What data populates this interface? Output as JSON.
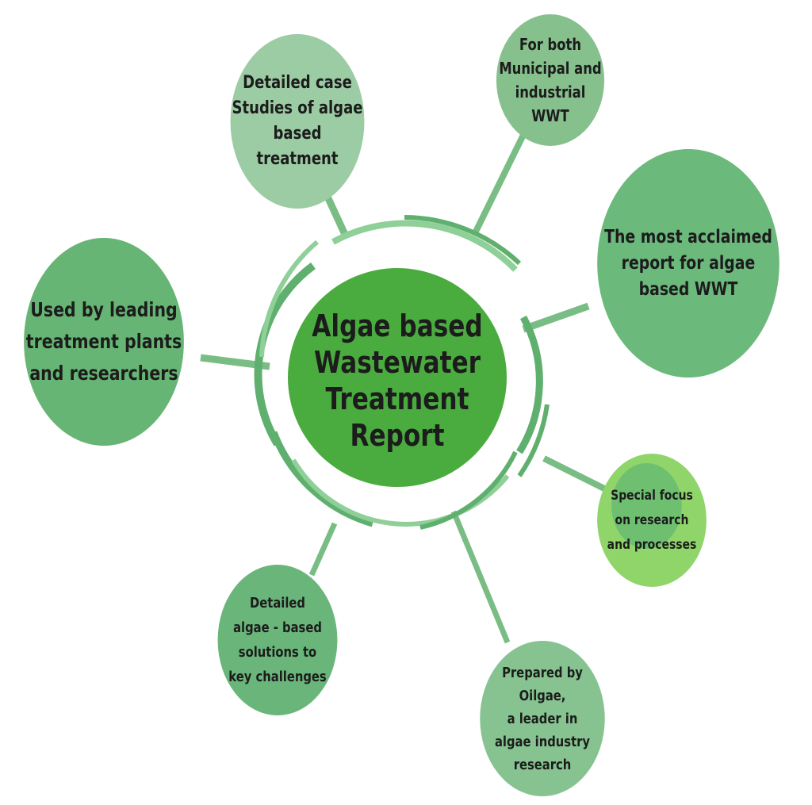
{
  "center": {
    "label": "Algae based\nWastewater\nTreatment\nReport",
    "color": "#4aac3f"
  },
  "nodes": {
    "case_studies": {
      "label": "Detailed case\nStudies of algae\nbased treatment",
      "color": "#9ccca3"
    },
    "municipal": {
      "label": "For both\nMunicipal and\nindustrial\nWWT",
      "color": "#86c08d"
    },
    "acclaimed": {
      "label": "The most acclaimed\nreport for algae\nbased WWT",
      "color": "#6cb97c"
    },
    "leading": {
      "label": "Used by leading\ntreatment plants\nand researchers",
      "color": "#66b574"
    },
    "special_focus": {
      "label": "Special focus\non research\nand processes",
      "color": "#8fd56a"
    },
    "solutions": {
      "label": "Detailed\nalgae - based\nsolutions to\nkey challenges",
      "color": "#6ab67a"
    },
    "oilgae": {
      "label": "Prepared by\nOilgae,\na leader in\nalgae industry\nresearch",
      "color": "#86c390"
    }
  },
  "colors": {
    "connector": "#79bd84",
    "ring_dark": "#5fb06f",
    "ring_light": "#8fcf98",
    "special_inner": "#6fbf71"
  }
}
